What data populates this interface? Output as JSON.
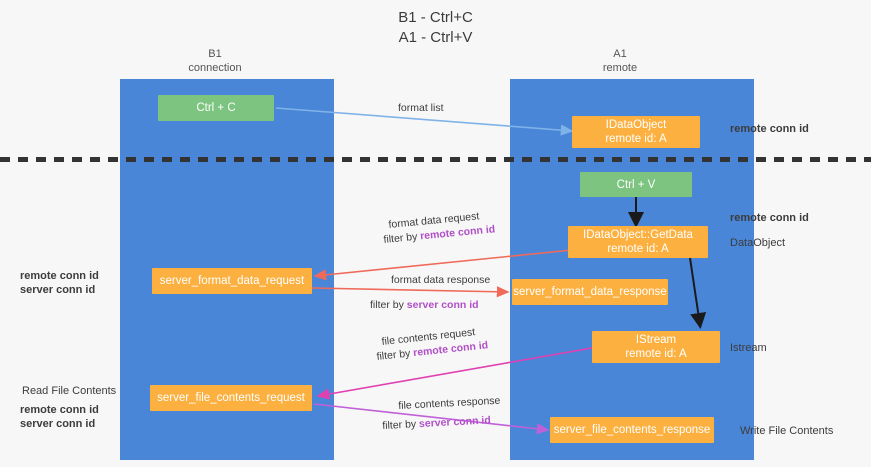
{
  "title": {
    "line1": "B1 - Ctrl+C",
    "line2": "A1 - Ctrl+V"
  },
  "lanes": [
    {
      "id": "b1",
      "title": "B1",
      "subtitle": "connection"
    },
    {
      "id": "a1",
      "title": "A1",
      "subtitle": "remote"
    }
  ],
  "boxes": {
    "ctrl_c": {
      "label": "Ctrl + C",
      "color": "#7cc47f"
    },
    "idataobject_top": {
      "line1": "IDataObject",
      "line2": "remote id: A",
      "color": "#fbb040"
    },
    "ctrl_v": {
      "label": "Ctrl + V",
      "color": "#7cc47f"
    },
    "getdata": {
      "line1": "IDataObject::GetData",
      "line2": "remote id: A",
      "color": "#fbb040"
    },
    "server_format_data_request": {
      "label": "server_format_data_request",
      "color": "#fbb040"
    },
    "server_format_data_response": {
      "label": "server_format_data_response",
      "color": "#fbb040"
    },
    "istream": {
      "line1": "IStream",
      "line2": "remote id: A",
      "color": "#fbb040"
    },
    "server_file_contents_request": {
      "label": "server_file_contents_request",
      "color": "#fbb040"
    },
    "server_file_contents_response": {
      "label": "server_file_contents_response",
      "color": "#fbb040"
    }
  },
  "edges": {
    "format_list": {
      "label": "format list",
      "color": "#7fb3e8"
    },
    "format_data_request": {
      "line1": "format data request",
      "line2_prefix": "filter by ",
      "line2_key": "remote conn id",
      "color": "#ef6a5a"
    },
    "format_data_response": {
      "line1": "format data response",
      "line2_prefix": "filter by ",
      "line2_key": "server conn id",
      "color": "#ef6a5a"
    },
    "file_contents_request": {
      "line1": "file contents request",
      "line2_prefix": "filter by ",
      "line2_key": "remote conn id",
      "color": "#e040b0"
    },
    "file_contents_response": {
      "line1": "file contents response",
      "line2_prefix": "filter by ",
      "line2_key": "server conn id",
      "color": "#c060d8"
    }
  },
  "annotations": {
    "right_remote_conn_id_top": "remote conn id",
    "right_remote_conn_id_mid": "remote conn id",
    "right_dataobject": "DataObject",
    "right_istream": "Istream",
    "right_write_file_contents": "Write File Contents",
    "left_remote_conn_id": "remote conn id",
    "left_server_conn_id": "server conn id",
    "left_read_file_contents": "Read File Contents",
    "left_remote_conn_id2": "remote conn id",
    "left_server_conn_id2": "server conn id"
  },
  "colors": {
    "lane": "#4a86d8",
    "green_box": "#7cc47f",
    "orange_box": "#fbb040",
    "purple_text": "#b14fc8",
    "green_text": "#63b363",
    "background": "#f7f7f7",
    "divider": "#333333"
  }
}
